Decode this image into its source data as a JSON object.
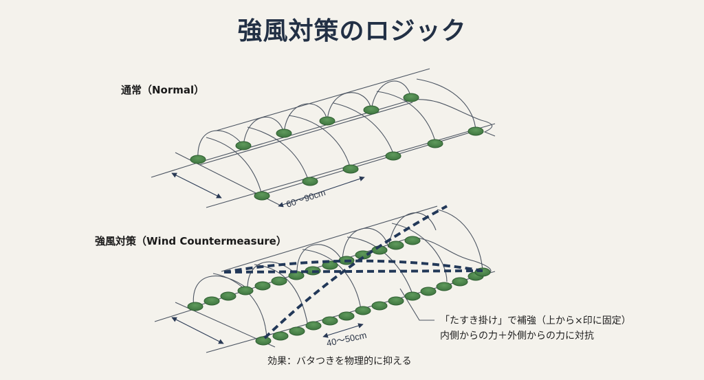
{
  "title": "強風対策のロジック",
  "sections": {
    "normal": {
      "label": "通常（Normal）",
      "spacing_label": "60〜90cm",
      "hoop_count": 6,
      "peg_color": "#4f8a4f"
    },
    "wind": {
      "label": "強風対策（Wind Countermeasure）",
      "spacing_label": "40〜50cm",
      "brace_color": "#223858",
      "annotation_line1": "「たすき掛け」で補強（上から×印に固定）",
      "annotation_line2": "内側からの力＋外側からの力に対抗",
      "effect": "効果：バタつきを物理的に抑える"
    }
  },
  "colors": {
    "background": "#f4f2ec",
    "title": "#223045",
    "wire": "#4a5360",
    "arrow": "#2a3a55",
    "peg_fill": "#4f8a4f",
    "peg_edge": "#2f5e32"
  }
}
